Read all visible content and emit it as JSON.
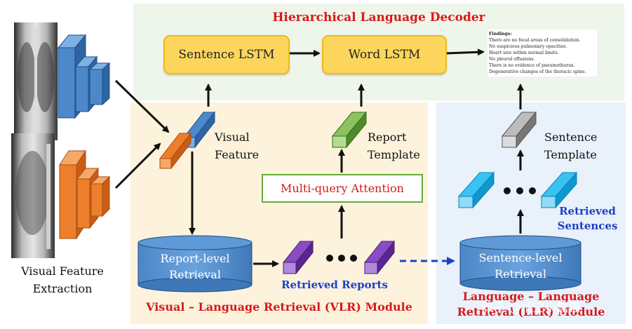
{
  "decoder": {
    "title": "Hierarchical Language Decoder",
    "sentence_lstm": "Sentence LSTM",
    "word_lstm": "Word LSTM",
    "report": {
      "heading": "Findings:",
      "lines": [
        "There are no focal areas of consolidation.",
        "No suspicious pulmonary opacities.",
        "Heart size within normal limits.",
        "No pleural effusions.",
        "There is no evidence of pneumothorax.",
        "Degenerative changes of the thoracic spine."
      ]
    }
  },
  "extraction": {
    "label_line1": "Visual Feature",
    "label_line2": "Extraction"
  },
  "vlr": {
    "visual_feature_line1": "Visual",
    "visual_feature_line2": "Feature",
    "report_template_line1": "Report",
    "report_template_line2": "Template",
    "attention": "Multi-query Attention",
    "retrieval_line1": "Report-level",
    "retrieval_line2": "Retrieval",
    "retrieved": "Retrieved Reports",
    "title": "Visual – Language Retrieval (VLR) Module"
  },
  "llr": {
    "sentence_template_line1": "Sentence",
    "sentence_template_line2": "Template",
    "retrieved_line1": "Retrieved",
    "retrieved_line2": "Sentences",
    "retrieval_line1": "Sentence-level",
    "retrieval_line2": "Retrieval",
    "title_line1": "Language – Language",
    "title_line2": "Retrieval (LLR) Module"
  },
  "watermark": "知乎 @晴空小蠢猫",
  "colors": {
    "red_title": "#d7191c",
    "blue_title": "#1f3fc8",
    "lstm_fill": "#fcd65c",
    "attention_border": "#6aaa3d"
  }
}
